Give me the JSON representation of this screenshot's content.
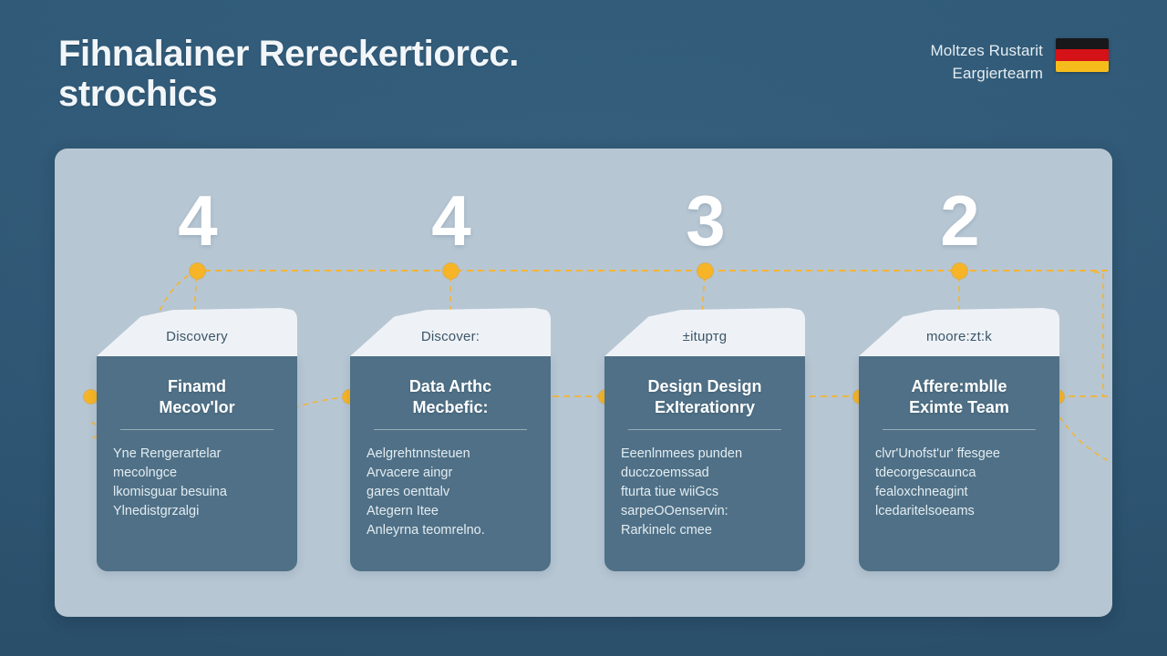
{
  "header": {
    "title_line1": "Fihnalainer Rereckertiorcc.",
    "title_line2": "strochics",
    "brand_line1": "Moltzes Rustarit",
    "brand_line2": "Eargiertearm",
    "flag": {
      "name": "german-flag",
      "bands": [
        "#18181a",
        "#d41217",
        "#f6bc1c"
      ]
    }
  },
  "colors": {
    "background": "#2d5570",
    "panel": "#b7c6d3",
    "card_body": "#4f7086",
    "card_tab": "#eef2f6",
    "accent": "#f6b426",
    "number": "#ffffff"
  },
  "timeline": {
    "dash_color": "#f3b533",
    "dot_count": 4,
    "dot_positions_top": [
      216,
      494,
      773,
      1052
    ],
    "dot_positions_mid": [
      99,
      375,
      663,
      942,
      1220
    ]
  },
  "steps": [
    {
      "number": "4",
      "tab_label": "Discovery",
      "title_line1": "Finamd",
      "title_line2": "Mecov'lor",
      "desc_lines": [
        "Yne Rengerartelar",
        "mecolngce",
        "lkomisguar besuina",
        "Ylnedistgrzalgi"
      ]
    },
    {
      "number": "4",
      "tab_label": "Discover:",
      "title_line1": "Data Arthc",
      "title_line2": "Mecbefic:",
      "desc_lines": [
        "Aelgrehtnnsteuen",
        "Arvacere aingr",
        "gares oenttalv",
        "Ategern Itee",
        "Anleyrna teomrelno."
      ]
    },
    {
      "number": "3",
      "tab_label": "±ituртg",
      "title_line1": "Design Design",
      "title_line2": "ExIterationry",
      "desc_lines": [
        "Eeenlnmees punden",
        "ducczoemssad",
        "fturta tiue wiiGcs",
        "sarpeOOenservin:",
        "Rarkinelc cmee"
      ]
    },
    {
      "number": "2",
      "tab_label": "moore:zt:k",
      "title_line1": "Affere:mblle",
      "title_line2": "Eximte Team",
      "desc_lines": [
        "clvr'Unofst'ur' ffesgee",
        "tdecorgescaunca",
        "fealoxchneagint",
        "lcedaritelsoeams"
      ]
    }
  ]
}
